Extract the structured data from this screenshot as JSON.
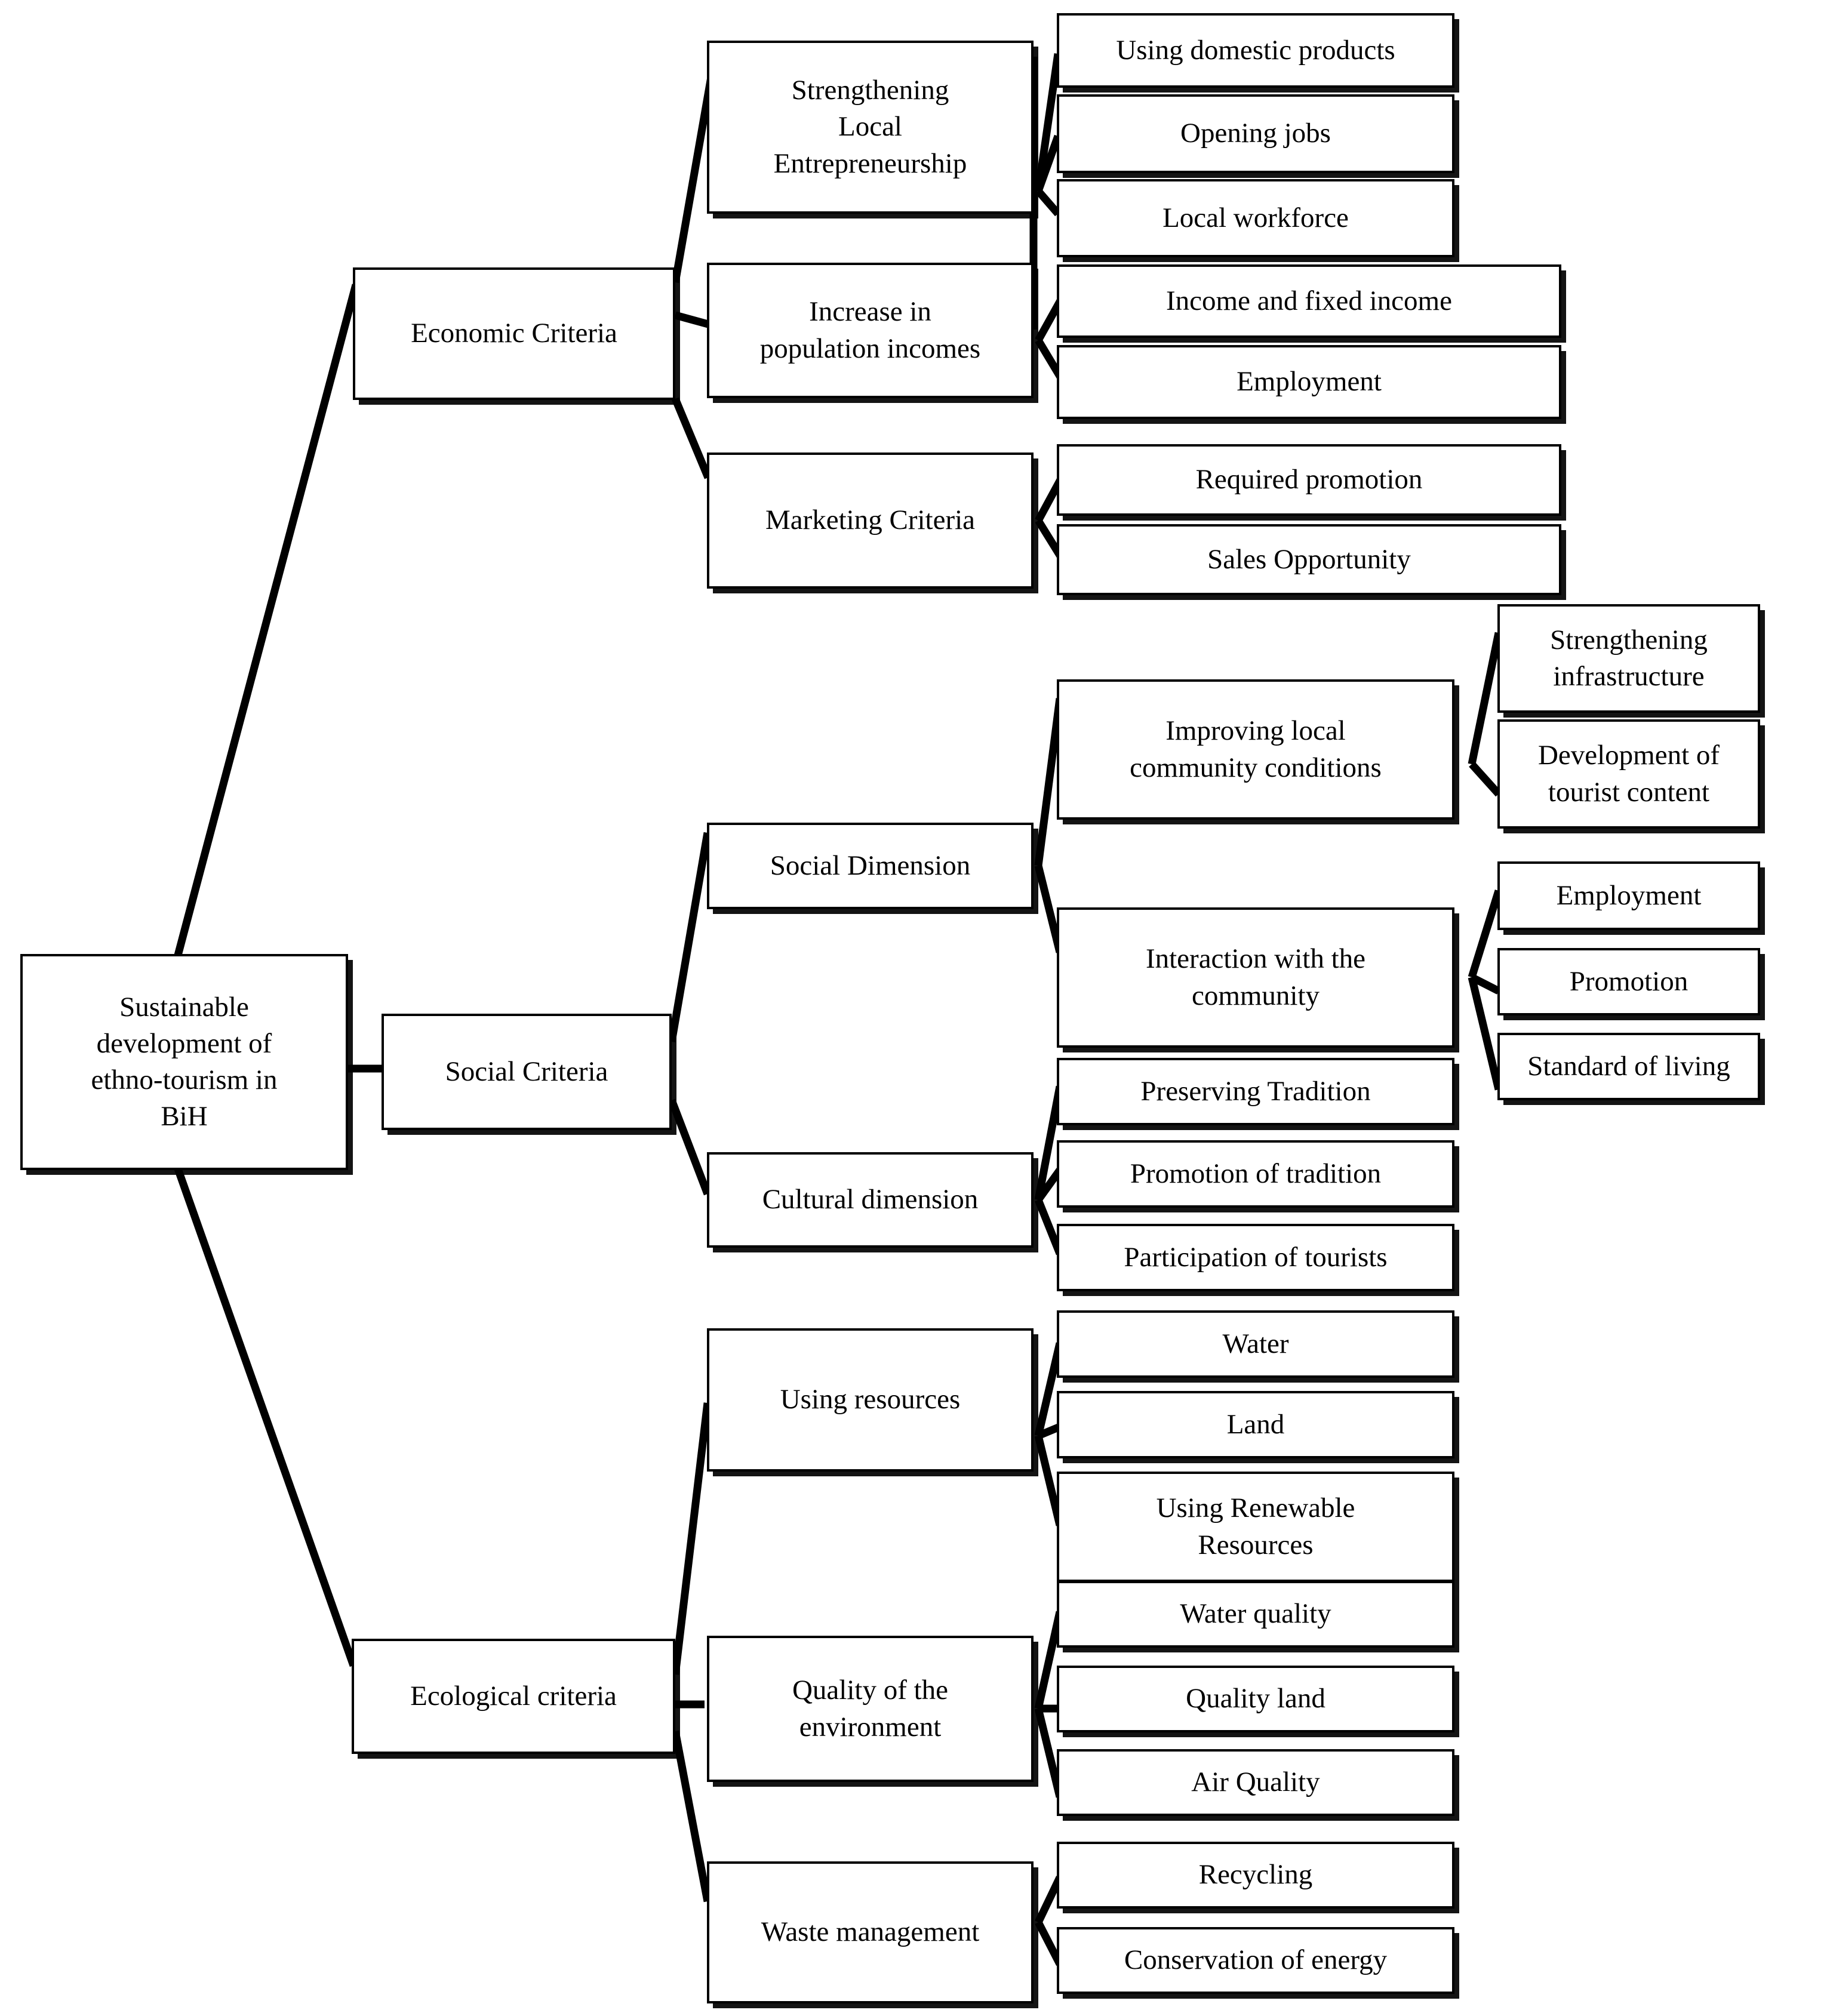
{
  "diagram": {
    "type": "hierarchy-tree",
    "orientation": "left-to-right",
    "background_color": "#ffffff",
    "line_color": "#000000",
    "box_fill": "#ffffff",
    "box_border_color": "#000000"
  },
  "root": {
    "label": "Sustainable\ndevelopment of\nethno-tourism in\nBiH"
  },
  "criteria": [
    {
      "label": "Economic Criteria",
      "subcriteria": [
        {
          "label": "Strengthening\nLocal\nEntrepreneurship",
          "indicators": [
            {
              "label": "Using domestic products"
            },
            {
              "label": "Opening jobs"
            },
            {
              "label": "Local workforce"
            }
          ]
        },
        {
          "label": "Increase in\npopulation incomes",
          "indicators": [
            {
              "label": "Income and fixed income"
            },
            {
              "label": "Employment"
            }
          ]
        },
        {
          "label": "Marketing Criteria",
          "indicators": [
            {
              "label": "Required promotion"
            },
            {
              "label": "Sales Opportunity"
            }
          ]
        }
      ]
    },
    {
      "label": "Social Criteria",
      "subcriteria": [
        {
          "label": "Social Dimension",
          "indicators": [
            {
              "label": "Improving local\ncommunity conditions",
              "indicators": [
                {
                  "label": "Strengthening\ninfrastructure"
                },
                {
                  "label": "Development of\ntourist content"
                }
              ]
            },
            {
              "label": "Interaction with the\ncommunity",
              "indicators": [
                {
                  "label": "Employment"
                },
                {
                  "label": "Promotion"
                },
                {
                  "label": "Standard of living"
                }
              ]
            }
          ]
        },
        {
          "label": "Cultural dimension",
          "indicators": [
            {
              "label": "Preserving Tradition"
            },
            {
              "label": "Promotion of tradition"
            },
            {
              "label": "Participation of tourists"
            }
          ]
        }
      ]
    },
    {
      "label": "Ecological criteria",
      "subcriteria": [
        {
          "label": "Using resources",
          "indicators": [
            {
              "label": "Water"
            },
            {
              "label": "Land"
            },
            {
              "label": "Using Renewable\nResources"
            }
          ]
        },
        {
          "label": "Quality of the\nenvironment",
          "indicators": [
            {
              "label": "Water quality"
            },
            {
              "label": "Quality land"
            },
            {
              "label": "Air Quality"
            }
          ]
        },
        {
          "label": "Waste management",
          "indicators": [
            {
              "label": "Recycling"
            },
            {
              "label": "Conservation of energy"
            }
          ]
        }
      ]
    }
  ]
}
